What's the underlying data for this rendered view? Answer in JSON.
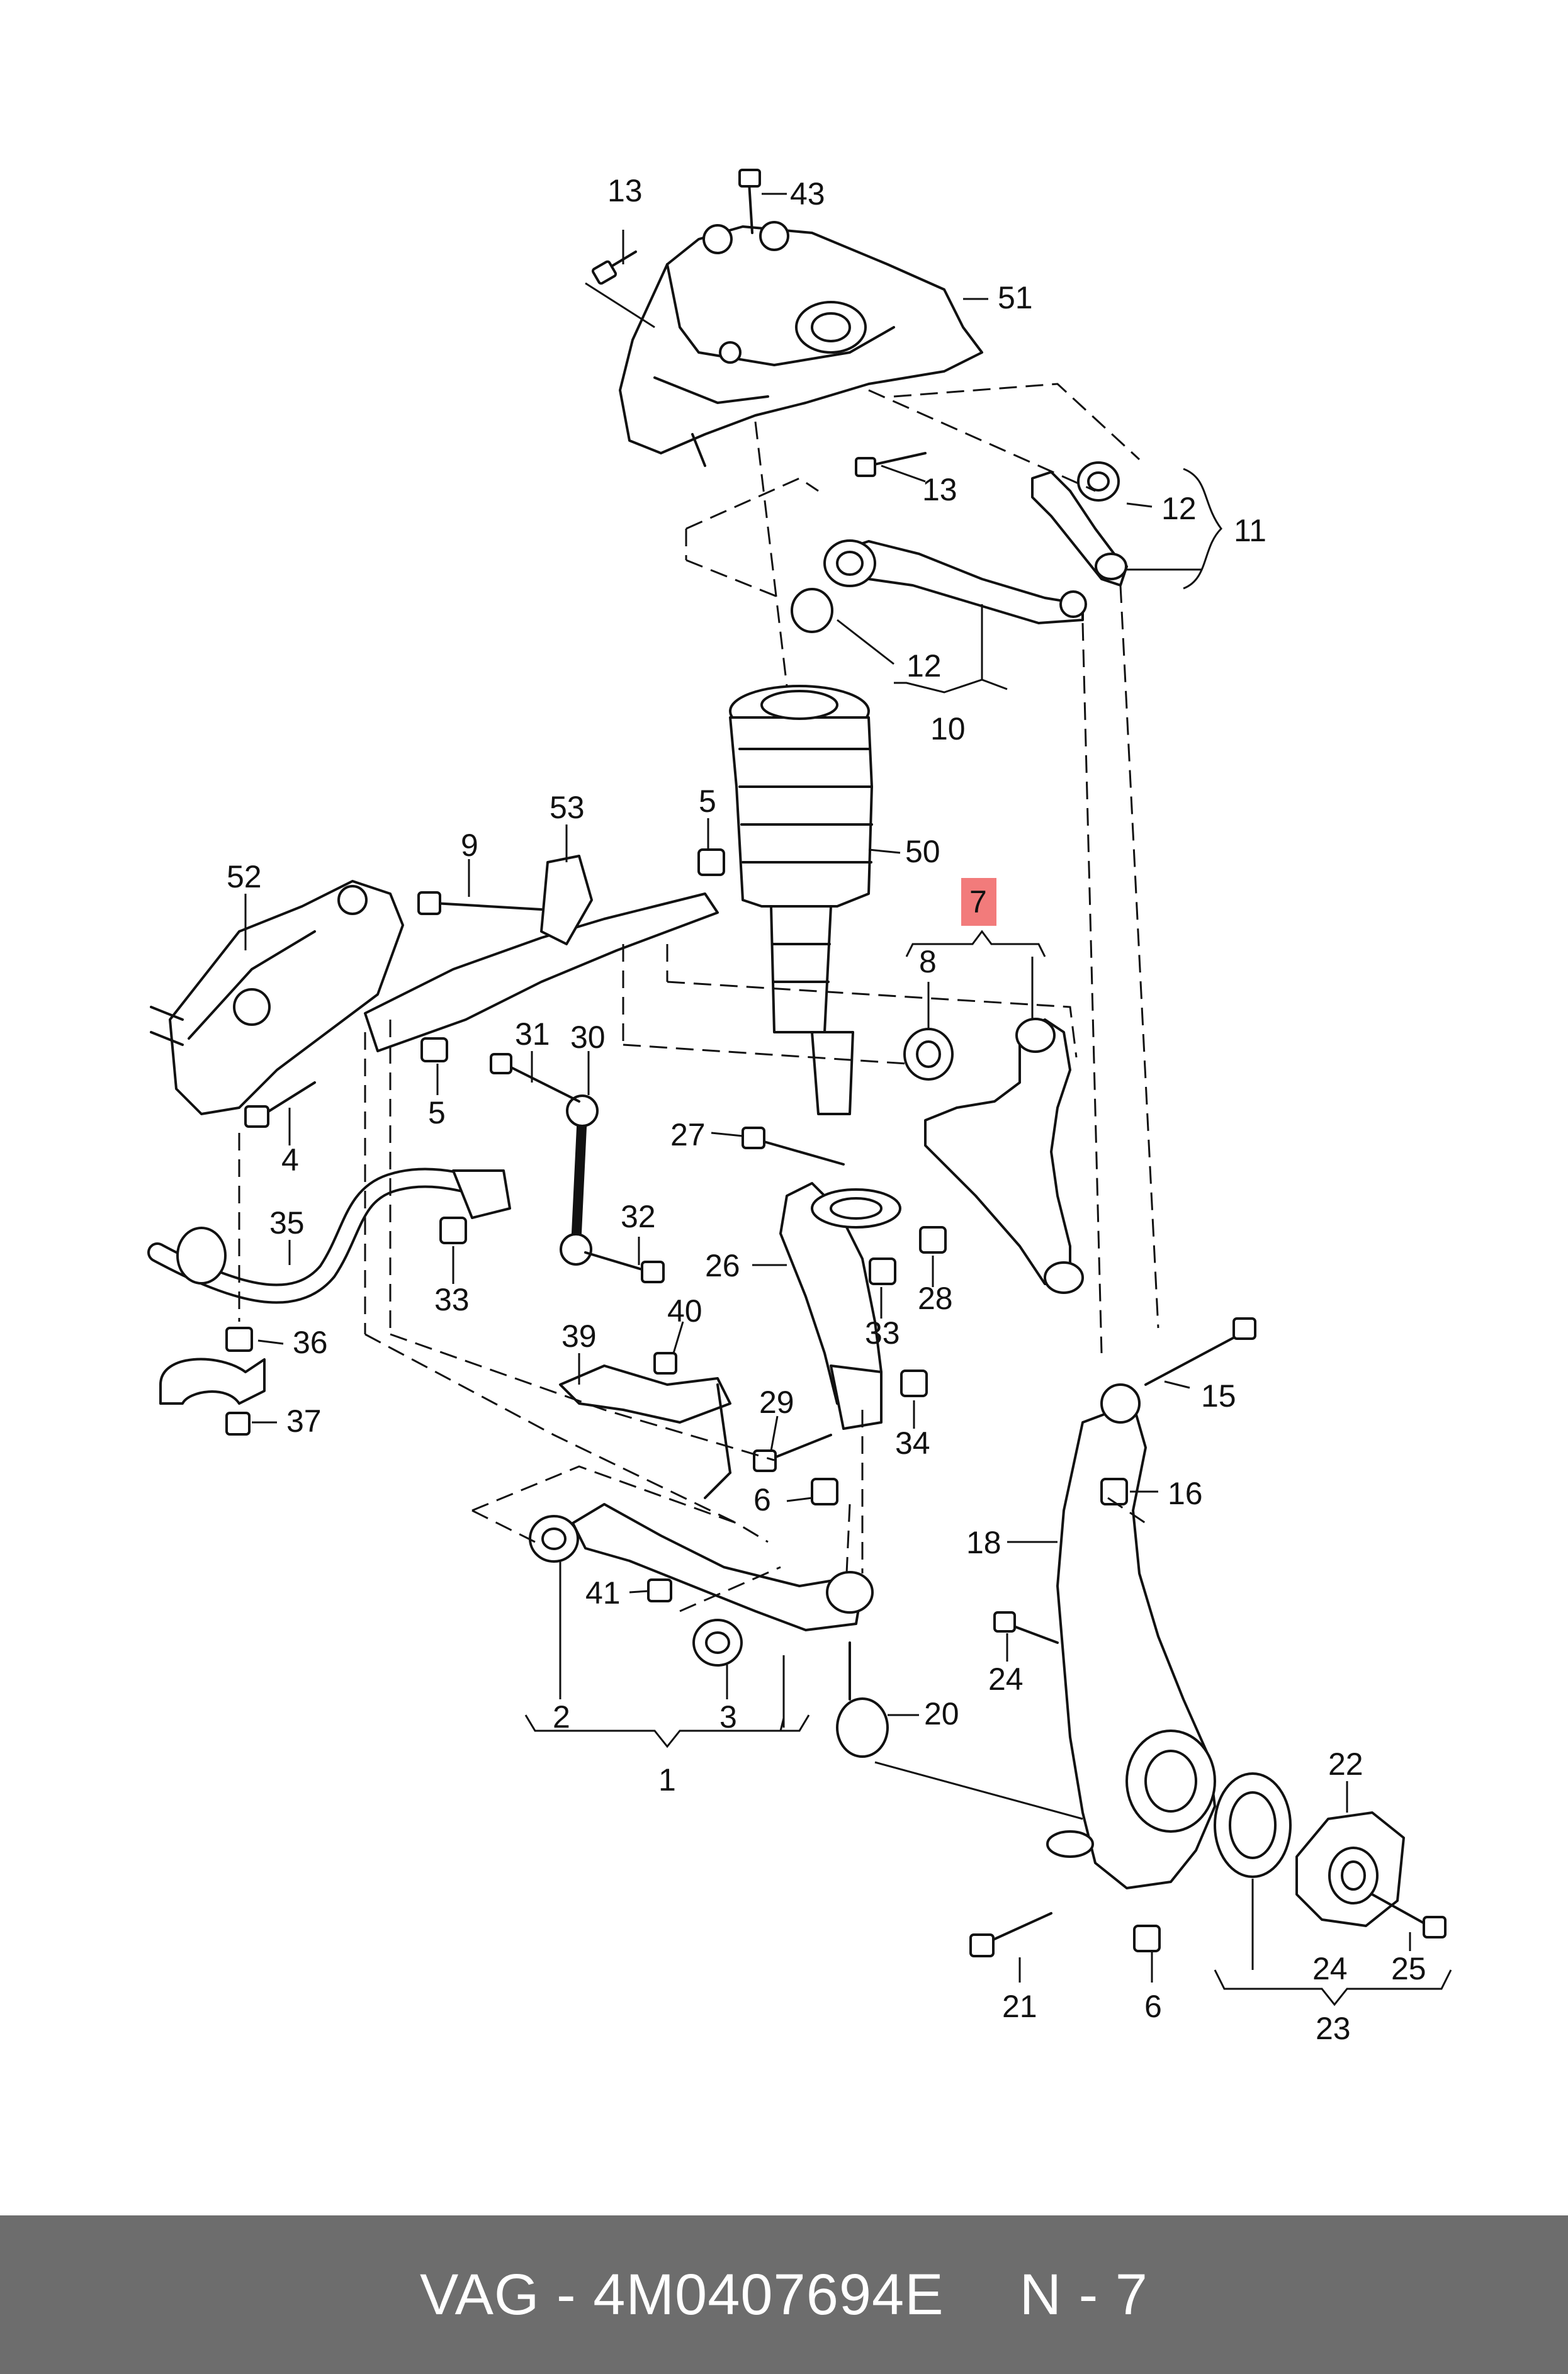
{
  "diagram": {
    "labels": [
      {
        "id": "l43",
        "text": "43"
      },
      {
        "id": "l13a",
        "text": "13"
      },
      {
        "id": "l51",
        "text": "51"
      },
      {
        "id": "l13b",
        "text": "13"
      },
      {
        "id": "l12a",
        "text": "12"
      },
      {
        "id": "l11",
        "text": "11"
      },
      {
        "id": "l12b",
        "text": "12"
      },
      {
        "id": "l10",
        "text": "10"
      },
      {
        "id": "l53",
        "text": "53"
      },
      {
        "id": "l5a",
        "text": "5"
      },
      {
        "id": "l50",
        "text": "50"
      },
      {
        "id": "l9",
        "text": "9"
      },
      {
        "id": "l52",
        "text": "52"
      },
      {
        "id": "l7",
        "text": "7",
        "highlight": true
      },
      {
        "id": "l8",
        "text": "8"
      },
      {
        "id": "l31",
        "text": "31"
      },
      {
        "id": "l30",
        "text": "30"
      },
      {
        "id": "l5b",
        "text": "5"
      },
      {
        "id": "l4",
        "text": "4"
      },
      {
        "id": "l27",
        "text": "27"
      },
      {
        "id": "l35",
        "text": "35"
      },
      {
        "id": "l32",
        "text": "32"
      },
      {
        "id": "l26",
        "text": "26"
      },
      {
        "id": "l33a",
        "text": "33"
      },
      {
        "id": "l33b",
        "text": "33"
      },
      {
        "id": "l28",
        "text": "28"
      },
      {
        "id": "l36",
        "text": "36"
      },
      {
        "id": "l40",
        "text": "40"
      },
      {
        "id": "l39",
        "text": "39"
      },
      {
        "id": "l15",
        "text": "15"
      },
      {
        "id": "l37",
        "text": "37"
      },
      {
        "id": "l29",
        "text": "29"
      },
      {
        "id": "l34",
        "text": "34"
      },
      {
        "id": "l6a",
        "text": "6"
      },
      {
        "id": "l16",
        "text": "16"
      },
      {
        "id": "l18",
        "text": "18"
      },
      {
        "id": "l41",
        "text": "41"
      },
      {
        "id": "l24a",
        "text": "24"
      },
      {
        "id": "l2",
        "text": "2"
      },
      {
        "id": "l3",
        "text": "3"
      },
      {
        "id": "l20",
        "text": "20"
      },
      {
        "id": "l1",
        "text": "1"
      },
      {
        "id": "l22",
        "text": "22"
      },
      {
        "id": "l21",
        "text": "21"
      },
      {
        "id": "l24b",
        "text": "24"
      },
      {
        "id": "l25",
        "text": "25"
      },
      {
        "id": "l6b",
        "text": "6"
      },
      {
        "id": "l23",
        "text": "23"
      }
    ],
    "highlight_color": "#f27b7b"
  },
  "footer": {
    "part_text": "VAG - 4M0407694E",
    "page_text": "N - 7",
    "background": "#6d6d6d"
  }
}
